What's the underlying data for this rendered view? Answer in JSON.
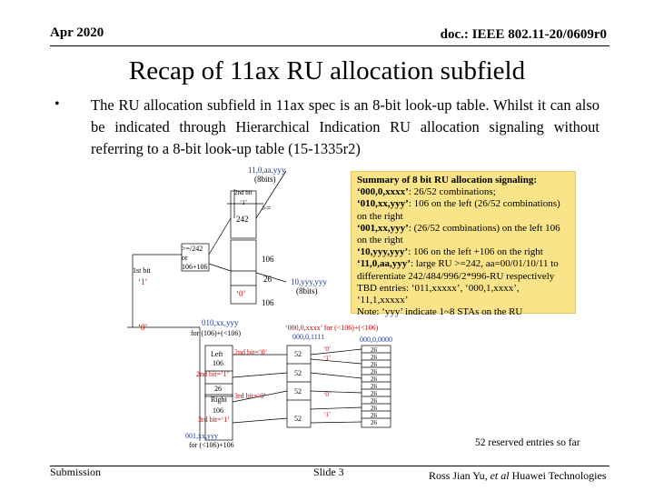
{
  "header": {
    "date": "Apr 2020",
    "doc": "doc.: IEEE 802.11-20/0609r0"
  },
  "title": "Recap of 11ax RU allocation subfield",
  "bullet": "The RU allocation subfield in 11ax spec is an 8-bit look-up table. Whilst it can also be indicated through Hierarchical Indication RU allocation signaling without referring to a 8-bit look-up table (15-1335r2)",
  "summary": {
    "heading": "Summary of 8 bit RU allocation signaling:",
    "lines": [
      {
        "code": "‘000,0,xxxx’",
        "text": ": 26/52 combinations;"
      },
      {
        "code": "‘010,xx,yyy’",
        "text": ": 106 on the left   (26/52 combinations)"
      },
      {
        "code": "",
        "text": "on the right"
      },
      {
        "code": "‘001,xx,yyy’",
        "text": ": (26/52 combinations) on the left    106"
      },
      {
        "code": "",
        "text": "on the right"
      },
      {
        "code": "‘10,yyy,yyy’",
        "text": ": 106 on the left +106 on the right"
      },
      {
        "code": "‘11,0,aa,yyy’",
        "text": ": large RU >=242, aa=00/01/10/11 to"
      },
      {
        "code": "",
        "text": "differentiate 242/484/996/2*996-RU respectively"
      },
      {
        "code": "",
        "text": "TBD entries: ‘011,xxxxx’, ‘000,1,xxxx’, ‘11,1,xxxxx’"
      },
      {
        "code": "",
        "text": "Note: ‘yyy’ indicate 1~8 STAs on the RU"
      }
    ]
  },
  "diagram": {
    "top_code": "11,0,aa,yyy",
    "top_bits": "(8bits)",
    "second_bit": "2nd bit",
    "one_q": "‘1’",
    "ge": ">=",
    "v242": "242",
    "v106": "106",
    "v26": "26",
    "first_bit": "1st bit",
    "one": "‘1’",
    "zero": "‘0’",
    "lt242": ">=/242",
    "or": "or",
    "r106_106": "106+106",
    "yyy_code": "10,yyy,yyy",
    "yyy_bits": "(8bits)",
    "c010": "010,xx,yyy",
    "c010_sub": "for (106)+(<106)",
    "c000": "‘000,0,xxxx’ for (<106)+(<106)",
    "c0001111": "000,0,1111",
    "c0000000": "000,0,0000",
    "left": "Left",
    "right": "Right",
    "second_bit_0": "2nd bit=‘0’",
    "second_bit_1": "2nd bit=‘1’",
    "third_bit_0": "3rd bit=‘0’",
    "third_bit_1": "3rd bit=‘1’",
    "c001": "001,xx,yyy",
    "c001_sub": "for (<106)+106",
    "mid_52": "52",
    "mid_26": "26",
    "v52": "52"
  },
  "reserved": "52 reserved entries so far",
  "footer": {
    "left": "Submission",
    "mid": "Slide 3",
    "right_a": "Ross Jian Yu, ",
    "right_b": "et al",
    "right_c": " Huawei Technologies"
  }
}
